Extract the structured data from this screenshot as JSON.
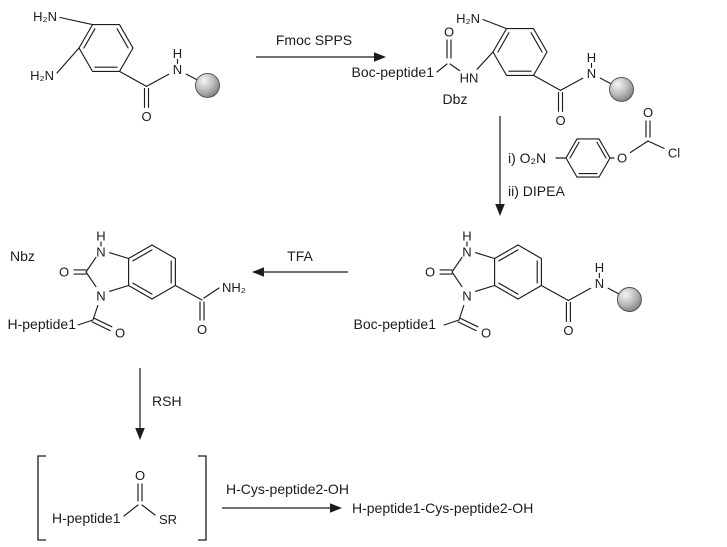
{
  "atoms": {
    "o": "O",
    "n": "N",
    "h": "H",
    "h2n": "H₂N",
    "nh2": "NH₂",
    "hn": "HN",
    "cl": "Cl",
    "sr": "SR"
  },
  "labels": {
    "boc_peptide1": "Boc-peptide1",
    "h_peptide1": "H-peptide1",
    "dbz": "Dbz",
    "nbz": "Nbz"
  },
  "steps": {
    "fmoc_spps": "Fmoc SPPS",
    "activation_i": "i) O₂N",
    "activation_ii": "ii) DIPEA",
    "tfa": "TFA",
    "rsh": "RSH",
    "ligation": "H-Cys-peptide2-OH"
  },
  "product": "H-peptide1-Cys-peptide2-OH",
  "colors": {
    "ink": "#1c1c1c",
    "background": "#ffffff",
    "bead_highlight": "#f5f5f5",
    "bead_mid": "#b9b9b9",
    "bead_shadow": "#6e6e6e"
  }
}
